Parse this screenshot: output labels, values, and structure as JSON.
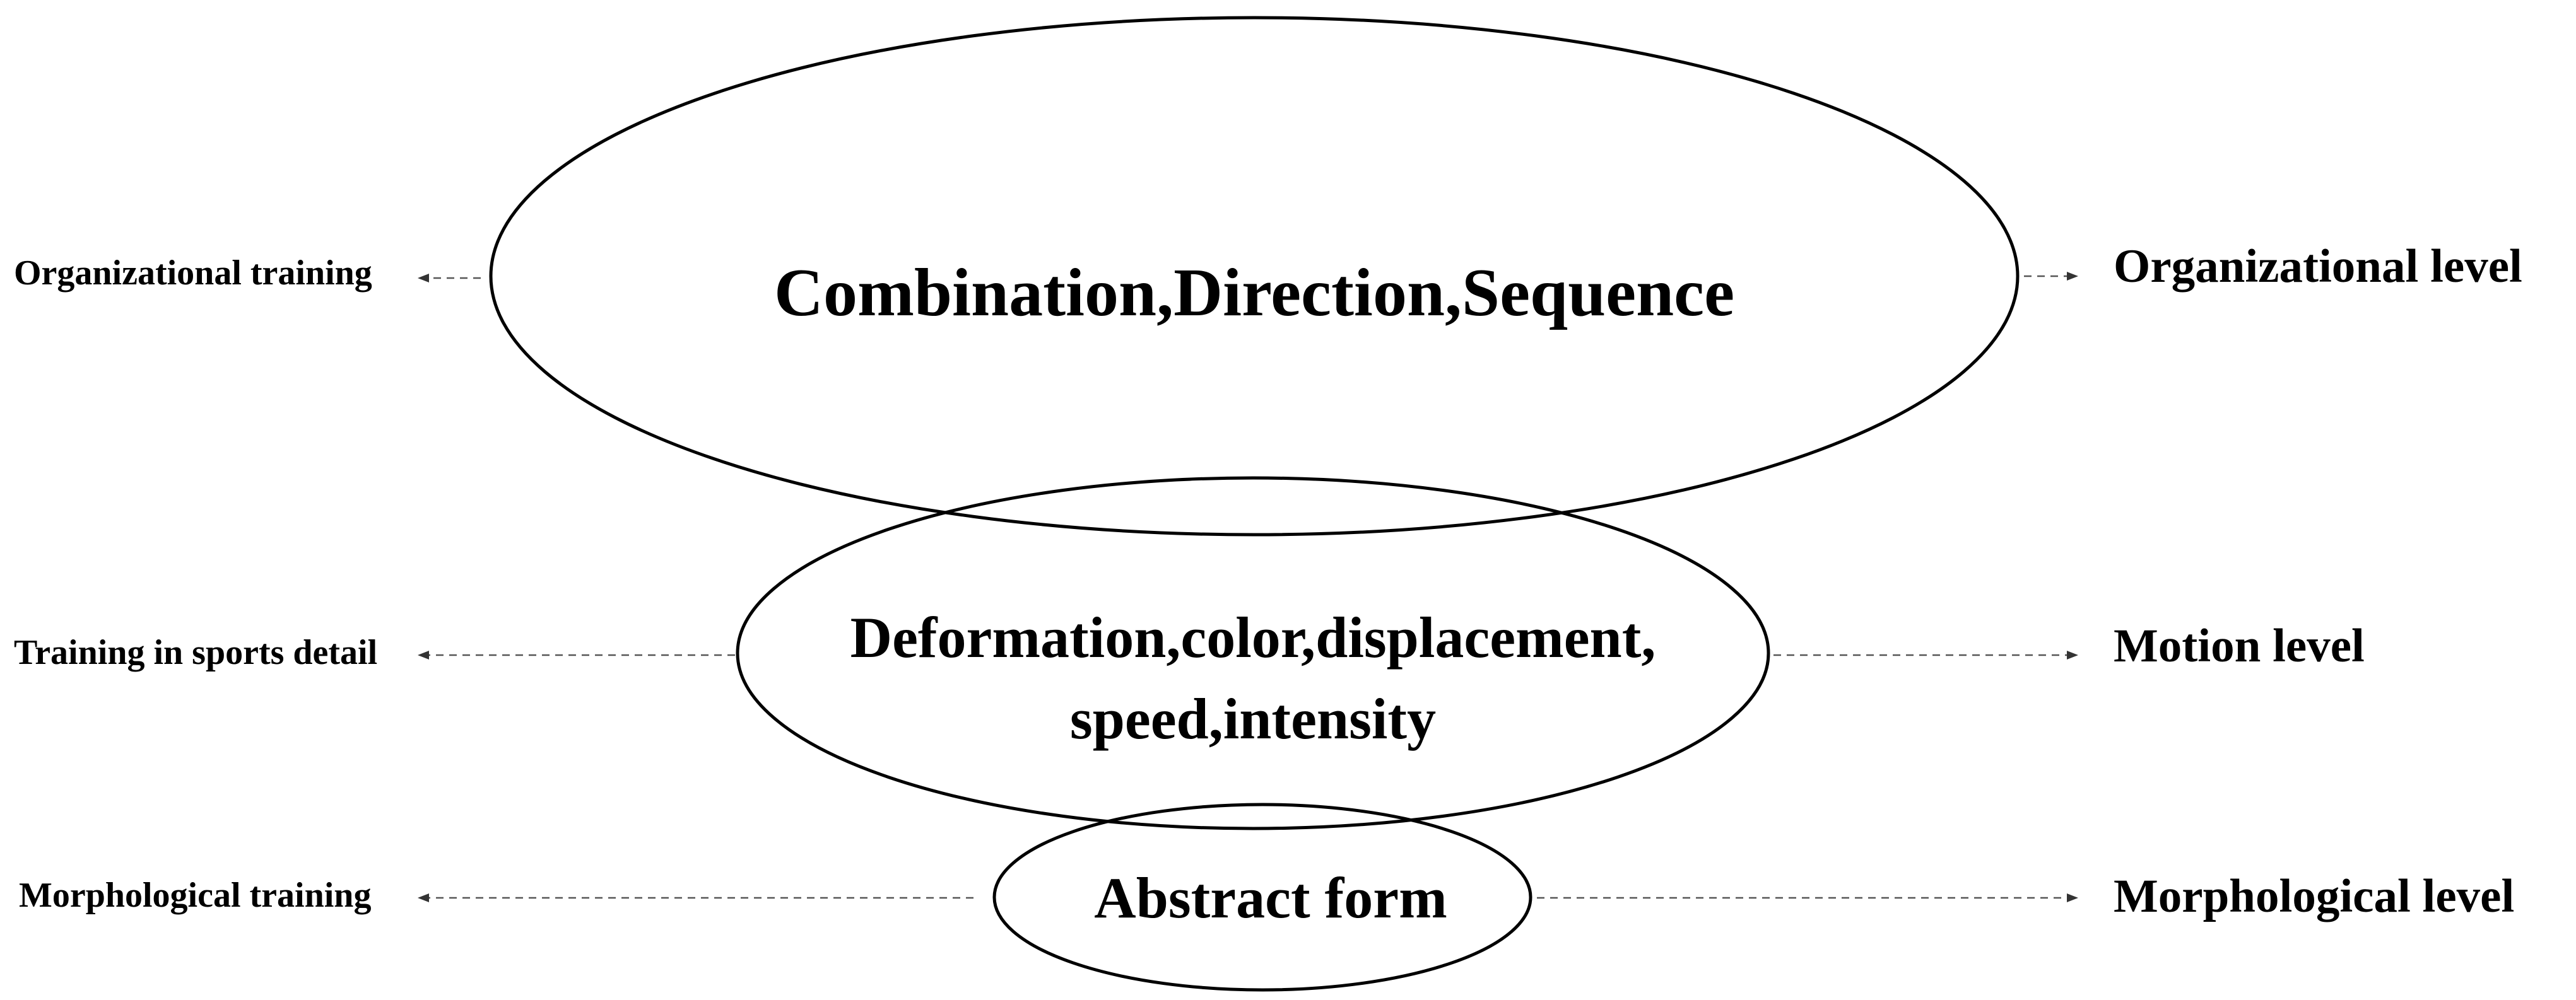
{
  "levels": [
    {
      "id": "organizational",
      "center_lines": [
        "Combination,Direction,Sequence"
      ],
      "left_label": "Organizational training",
      "right_label": "Organizational level"
    },
    {
      "id": "motion",
      "center_lines": [
        "Deformation,color,displacement,",
        "speed,intensity"
      ],
      "left_label": "Training in sports detail",
      "right_label": "Motion level"
    },
    {
      "id": "morphological",
      "center_lines": [
        "Abstract form"
      ],
      "left_label": "Morphological training",
      "right_label": "Morphological level"
    }
  ],
  "colors": {
    "stroke": "#000000",
    "connector": "#555555",
    "background": "#ffffff"
  }
}
